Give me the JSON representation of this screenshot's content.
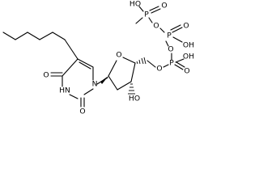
{
  "atom_labels": {
    "oh_top": "HO",
    "p_top": "P",
    "o_double_p_top": "O",
    "o_bridge_1": "O",
    "p_mid": "P",
    "oh_p_mid": "OH",
    "o_double_p_mid": "O",
    "o_bridge_2": "O",
    "p_low": "P",
    "oh_p_low": "OH",
    "o_double_p_low": "O",
    "o_ester": "O",
    "o_ring": "O",
    "n1": "N",
    "o_c4": "O",
    "nh3": "HN",
    "o_c2": "O",
    "oh_3prime": "HO"
  }
}
